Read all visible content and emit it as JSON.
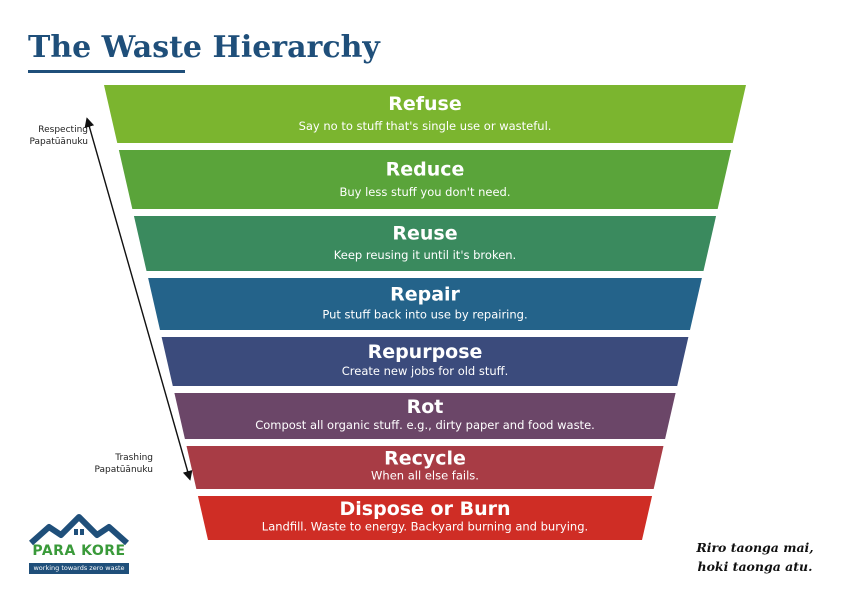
{
  "title": "The Waste Hierarchy",
  "tiers": [
    {
      "title": "Refuse",
      "description": "Say no to stuff that's single use or wasteful.",
      "color": "#7bb52f"
    },
    {
      "title": "Reduce",
      "description": "Buy less stuff you don't need.",
      "color": "#5aa43a"
    },
    {
      "title": "Reuse",
      "description": "Keep reusing it until it's broken.",
      "color": "#3a8a5e"
    },
    {
      "title": "Repair",
      "description": "Put stuff back into use by repairing.",
      "color": "#24638a"
    },
    {
      "title": "Repurpose",
      "description": "Create new jobs for old stuff.",
      "color": "#3b4b7c"
    },
    {
      "title": "Rot",
      "description": "Compost all organic stuff. e.g., dirty paper and food waste.",
      "color": "#6b4668"
    },
    {
      "title": "Recycle",
      "description": "When all else fails.",
      "color": "#a83c45"
    },
    {
      "title": "Dispose or Burn",
      "description": "Landfill. Waste to energy. Backyard burning and burying.",
      "color": "#cf2d25"
    }
  ],
  "arrow": {
    "top_label": [
      "Respecting",
      "Papatūānuku"
    ],
    "bottom_label": [
      "Trashing",
      "Papatūānuku"
    ]
  },
  "logo": {
    "name": "PARA KORE",
    "tagline": "working towards zero waste",
    "house_color": "#1f4f7a"
  },
  "proverb": [
    "Riro taonga mai,",
    "hoki taonga atu."
  ]
}
